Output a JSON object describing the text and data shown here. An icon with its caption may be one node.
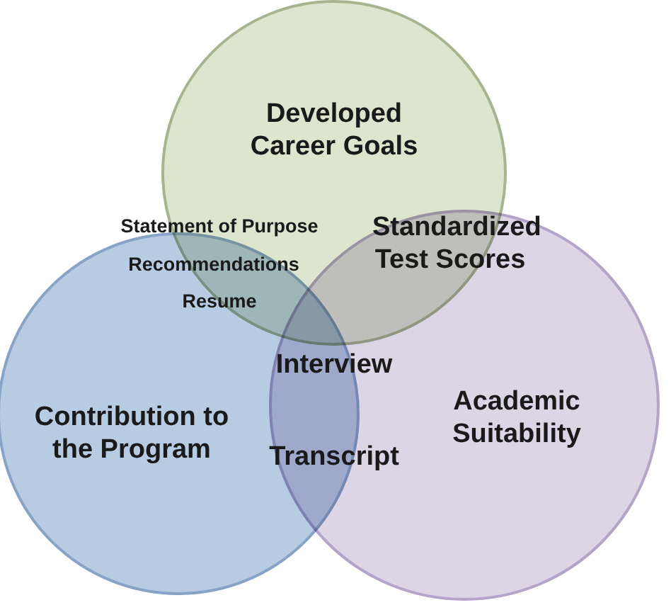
{
  "diagram": {
    "nodes": [
      {
        "text": [
          "Developed Career Goals"
        ]
      },
      {
        "text": [
          "Contribution to the Program"
        ]
      },
      {
        "text": [
          "Academic Suitability"
        ]
      }
    ],
    "labels": [
      "Statement of Purpose",
      "Recommendations",
      "Resume",
      "Standardized Test Scores",
      "Interview",
      "Transcript"
    ]
  }
}
